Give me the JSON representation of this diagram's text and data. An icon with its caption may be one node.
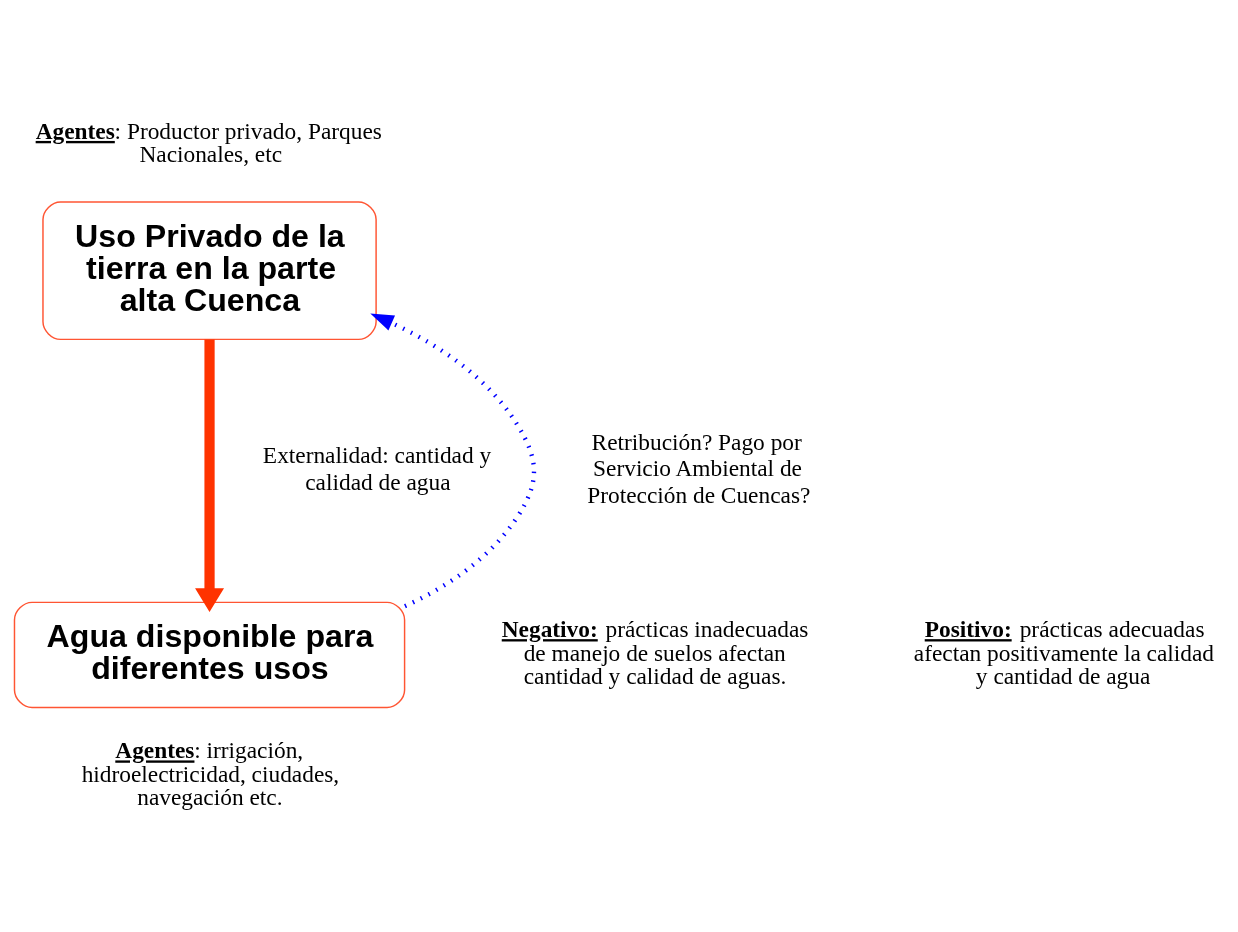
{
  "diagram": {
    "nodes": [
      {
        "text": [
          "Uso Privado de la tierra en la parte alta Cuenca"
        ],
        "beside": [
          "**Agentes**: Productor privado, Parques Nacionales, etc"
        ]
      },
      {
        "text": [
          "Agua disponible para diferentes usos"
        ],
        "beside": [
          "**Agentes**: irrigación, hidroelectricidad, ciudades, navegación etc."
        ]
      }
    ],
    "edges": [
      {
        "from": 0,
        "to": 1,
        "arrow": "to",
        "label": "Externalidad: cantidad y calidad de agua",
        "style": "thick",
        "color": "#ff3300"
      },
      {
        "from": 1,
        "to": 0,
        "arrow": "to",
        "label": "Retribución? Pago por Servicio Ambiental de Protección de Cuencas?",
        "style": "dashed",
        "color": "#0000ff"
      }
    ],
    "labels": [
      "**Negativo:** prácticas inadecuadas de manejo de suelos afectan cantidad y calidad de aguas.",
      "**Positivo:** prácticas adecuadas afectan positivamente la calidad y cantidad de agua"
    ]
  }
}
